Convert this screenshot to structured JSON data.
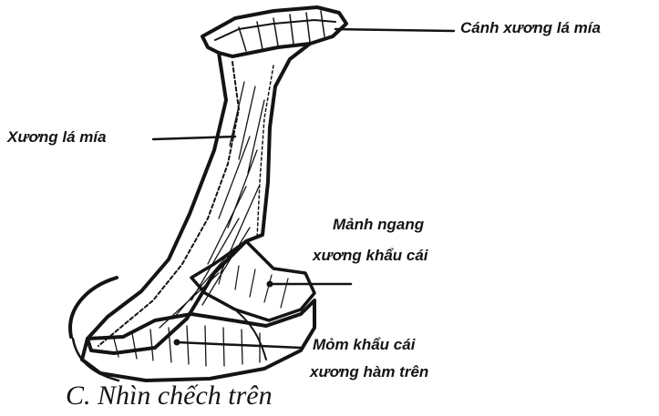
{
  "labels": {
    "wing_of_vomer": "Cánh xương lá mía",
    "vomer": "Xương lá mía",
    "horizontal_plate_line1": "Mảnh ngang",
    "horizontal_plate_line2": "xương khẩu cái",
    "palatine_process_line1": "Mỏm khẩu cái",
    "palatine_process_line2": "xương hàm trên"
  },
  "caption": "C. Nhìn chếch trên",
  "colors": {
    "ink": "#141414",
    "background": "#ffffff"
  }
}
